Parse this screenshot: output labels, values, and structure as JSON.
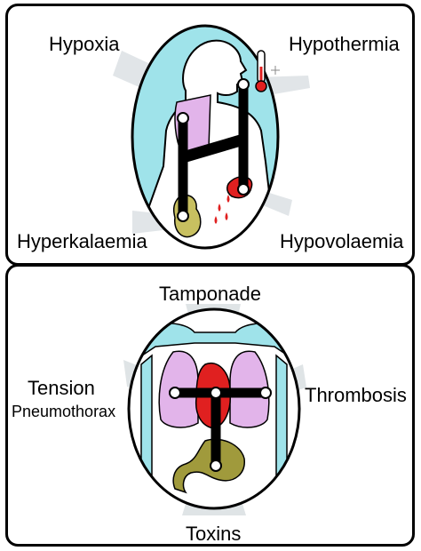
{
  "top_panel": {
    "labels": {
      "hypoxia": "Hypoxia",
      "hypothermia": "Hypothermia",
      "hyperkalaemia": "Hyperkalaemia",
      "hypovolaemia": "Hypovolaemia"
    }
  },
  "bottom_panel": {
    "labels": {
      "tamponade": "Tamponade",
      "tension_line1": "Tension",
      "tension_line2": "Pneumothorax",
      "thrombosis": "Thrombosis",
      "toxins": "Toxins"
    }
  },
  "colors": {
    "background_cyan": "#9fe3ea",
    "lung_pink": "#e2b4ea",
    "heart_red": "#e02020",
    "kidney_olive": "#c8c060",
    "stomach_olive": "#a09a3c",
    "bar_black": "#000000"
  },
  "icons": [
    "person-silhouette-icon",
    "thermometer-icon",
    "lungs-icon",
    "heart-icon",
    "kidney-icon",
    "stomach-icon",
    "blood-drops-icon"
  ]
}
